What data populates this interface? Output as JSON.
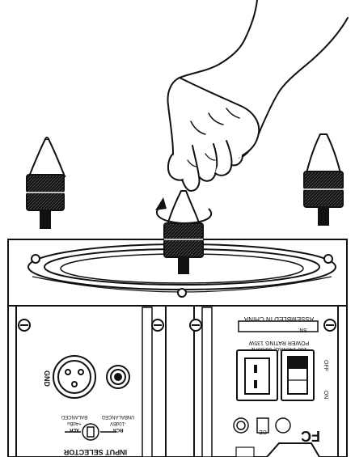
{
  "illustration": {
    "subject": "installing spike feet on speaker base",
    "rear_panel": {
      "assembled_text": "ASSEMBLED IN CHINA",
      "power_rating": "POWER RATING 135W",
      "voltage": "100-240VAC, 50/60Hz",
      "serial_label": "SN:",
      "switch_on": "ON",
      "switch_off": "OFF",
      "input_selector": "INPUT SELECTOR",
      "xlr_label": "XLR",
      "xlr_sub": "BALANCED",
      "xlr_level": "+4dBu",
      "rca_label": "RCA",
      "rca_sub": "UNBALANCED",
      "rca_level": "-10dBV",
      "gnd_label": "GND",
      "fcc_mark": "FC",
      "ce_mark": "CE"
    }
  }
}
